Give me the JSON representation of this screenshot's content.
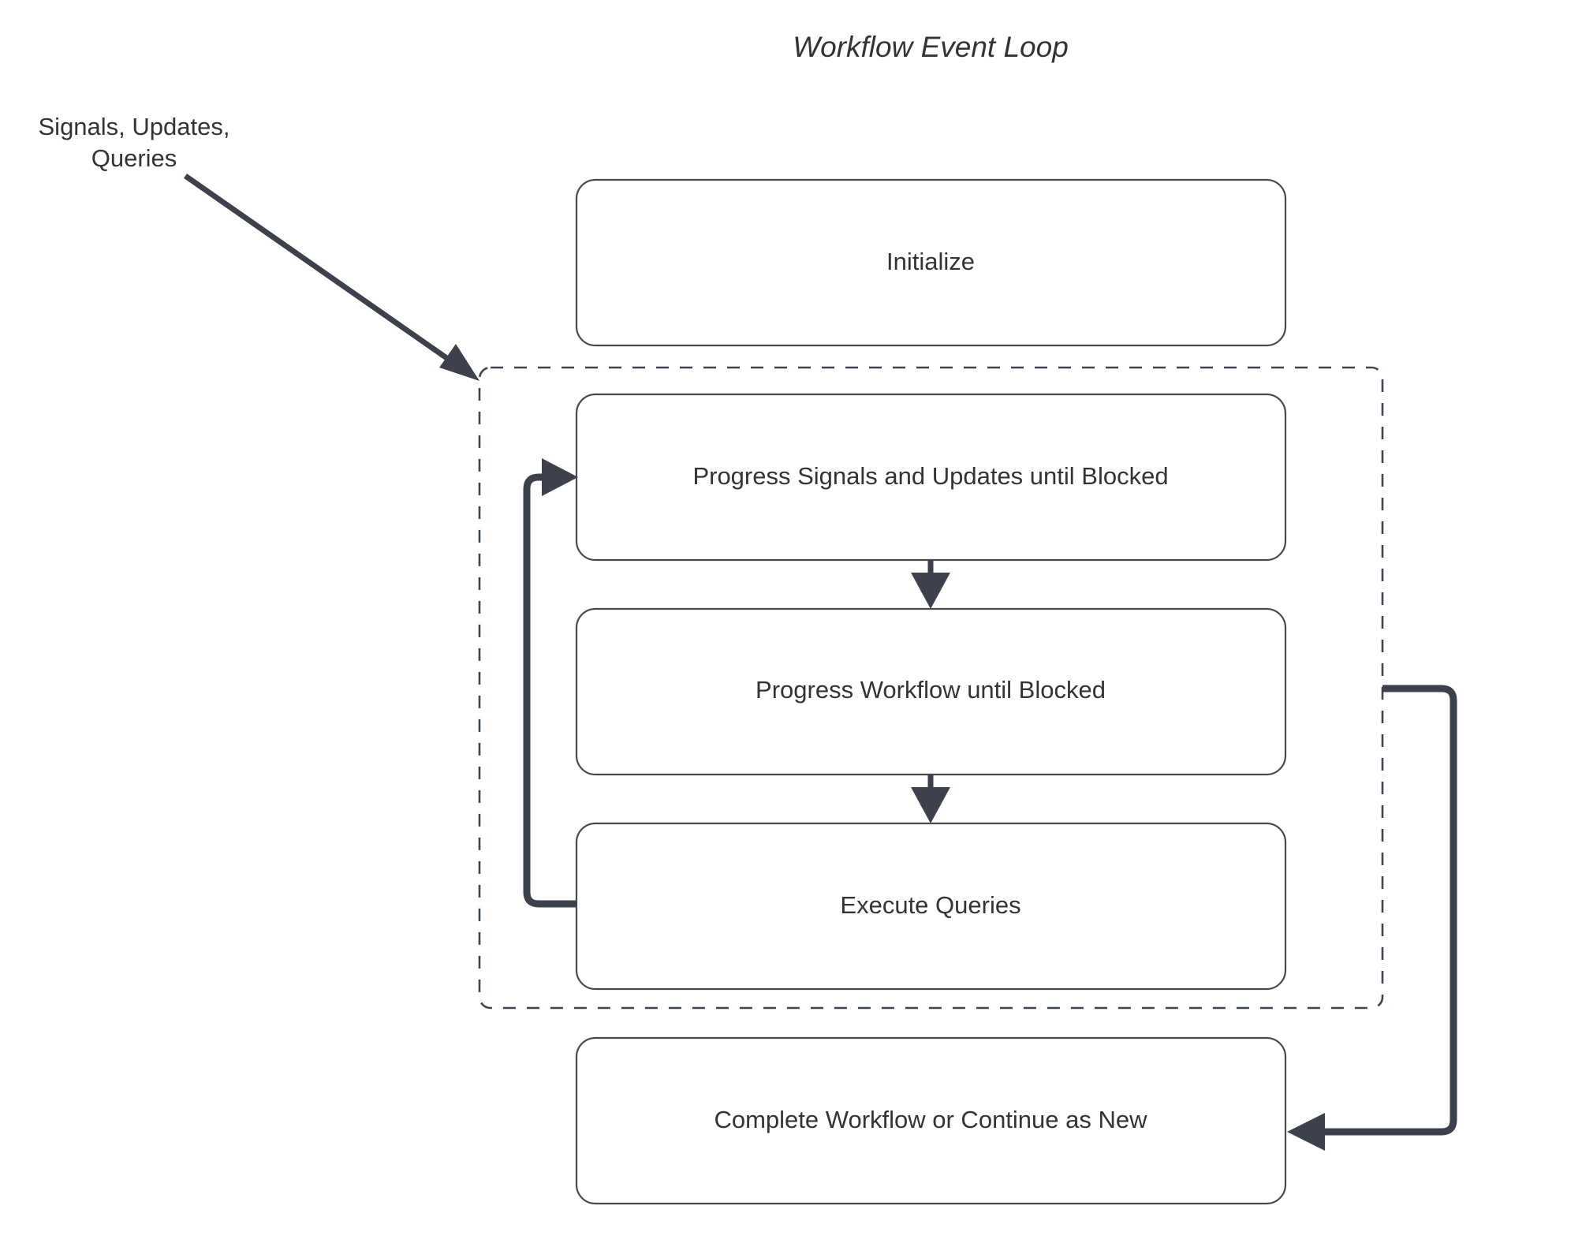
{
  "diagram": {
    "title": "Workflow Event Loop",
    "background_color": "#ffffff",
    "node_stroke_color": "#4a4a4a",
    "edge_color": "#3c414c",
    "text_color": "#333333",
    "group_stroke_style": "dashed",
    "nodes": [
      {
        "id": "initialize",
        "label": "Initialize"
      },
      {
        "id": "progress-signals",
        "label": "Progress Signals and Updates until Blocked"
      },
      {
        "id": "progress-workflow",
        "label": "Progress Workflow until Blocked"
      },
      {
        "id": "execute-queries",
        "label": "Execute Queries"
      },
      {
        "id": "complete-workflow",
        "label": "Complete Workflow or Continue as New"
      }
    ],
    "edge_labels": {
      "inbound_line1": "Signals, Updates,",
      "inbound_line2": "Queries"
    }
  }
}
